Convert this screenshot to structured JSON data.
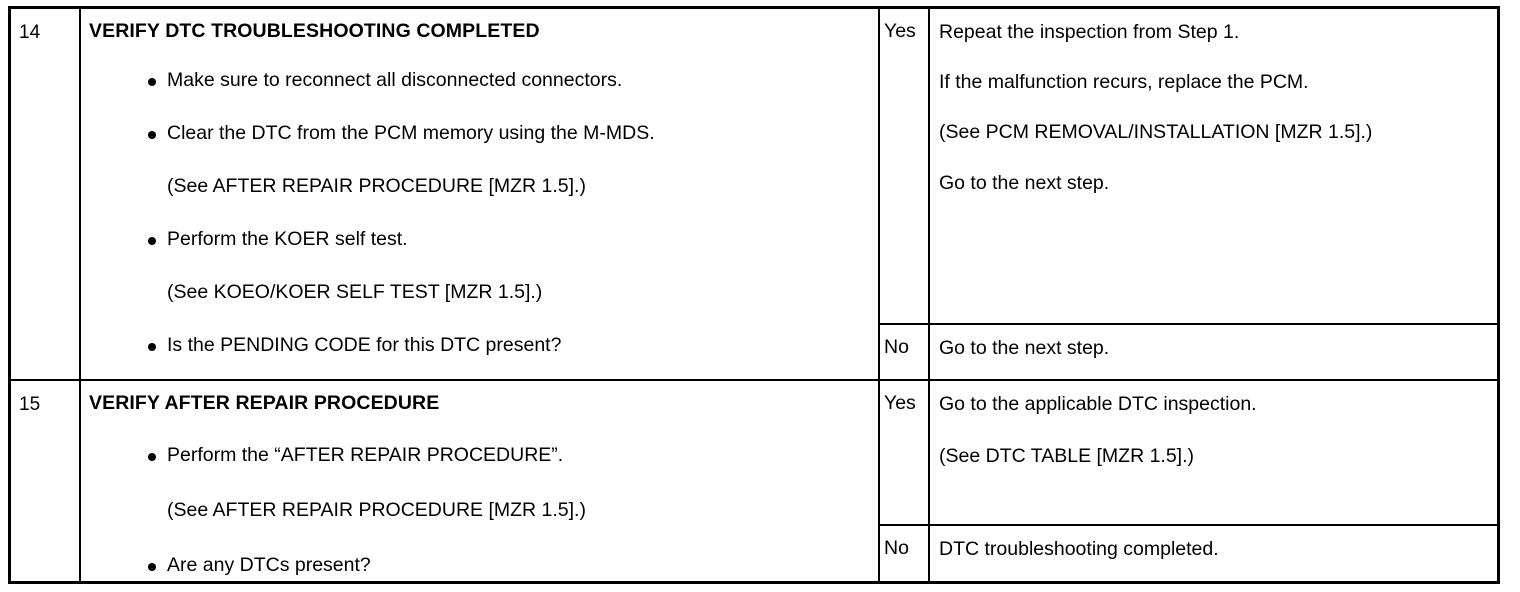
{
  "document": {
    "type": "dtc-troubleshooting-table",
    "background_color": "#ffffff",
    "text_color": "#000000",
    "border_color": "#000000"
  },
  "steps": [
    {
      "number": "14",
      "title": "VERIFY DTC TROUBLESHOOTING COMPLETED",
      "lines": [
        {
          "style": "bullet",
          "text": "Make sure to reconnect all disconnected connectors."
        },
        {
          "style": "bullet",
          "text": "Clear the DTC from the PCM memory using the M-MDS."
        },
        {
          "style": "note",
          "text": "(See AFTER REPAIR PROCEDURE [MZR 1.5].)"
        },
        {
          "style": "bullet",
          "text": "Perform the KOER self test."
        },
        {
          "style": "note",
          "text": "(See KOEO/KOER SELF TEST [MZR 1.5].)"
        },
        {
          "style": "bullet",
          "text": "Is the PENDING CODE for this DTC present?"
        }
      ],
      "answers": [
        {
          "label": "Yes",
          "lines": [
            "Repeat the inspection from Step 1.",
            "If the malfunction recurs, replace the PCM.",
            "(See PCM REMOVAL/INSTALLATION [MZR 1.5].)",
            "Go to the next step."
          ]
        },
        {
          "label": "No",
          "lines": [
            "Go to the next step."
          ]
        }
      ]
    },
    {
      "number": "15",
      "title": "VERIFY AFTER REPAIR PROCEDURE",
      "lines": [
        {
          "style": "bullet",
          "text": "Perform the “AFTER REPAIR PROCEDURE”."
        },
        {
          "style": "note",
          "text": "(See AFTER REPAIR PROCEDURE [MZR 1.5].)"
        },
        {
          "style": "bullet",
          "text": "Are any DTCs present?"
        }
      ],
      "answers": [
        {
          "label": "Yes",
          "lines": [
            "Go to the applicable DTC inspection.",
            "(See DTC TABLE [MZR 1.5].)"
          ]
        },
        {
          "label": "No",
          "lines": [
            "DTC troubleshooting completed."
          ]
        }
      ]
    }
  ]
}
